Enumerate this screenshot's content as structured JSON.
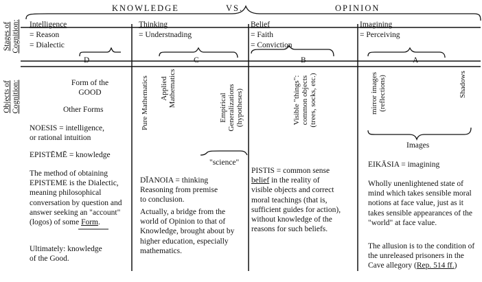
{
  "header": {
    "knowledge": "KNOWLEDGE",
    "vs": "VS.",
    "opinion": "OPINION"
  },
  "side_labels": {
    "stages_line1": "Stages of",
    "stages_line2": "Cognition:",
    "objects_line1": "Objects of",
    "objects_line2": "Cognition:"
  },
  "stages": [
    {
      "title": "Intelligence",
      "line1": "= Reason",
      "line2": "= Dialectic"
    },
    {
      "title": "Thinking",
      "line1": "= Understnading",
      "line2": ""
    },
    {
      "title": "Belief",
      "line1": "= Faith",
      "line2": "= Conviction"
    },
    {
      "title": "Imagining",
      "line1": "= Perceiving",
      "line2": ""
    }
  ],
  "columns": [
    "D",
    "C",
    "B",
    "A"
  ],
  "col_d": {
    "form_good_1": "Form of the",
    "form_good_2": "GOOD",
    "other_forms": "Other Forms",
    "noesis_1": "NOESIS = intelligence,",
    "noesis_2": "or rational intuition",
    "episteme": "EPISTĒMĒ = knowledge",
    "method": "The method of obtaining EPISTEME is the Dialectic, meaning philosophical conversation by question and answer seeking an \"account\" (logos) of some",
    "method_form": "Form",
    "ultimately_1": "Ultimately:  knowledge",
    "ultimately_2": "of the Good."
  },
  "col_c": {
    "pure_math": "Pure Mathematics",
    "applied_1": "Applied",
    "applied_2": "Mathematics",
    "empirical_1": "Empirical",
    "empirical_2": "Generalizations",
    "empirical_3": "(hypotheses)",
    "science": "\"science\"",
    "dianoia_1": "DĪANOIA = thinking",
    "dianoia_2": "Reasoning from premise",
    "dianoia_3": "to conclusion.",
    "actually": "Actually, a bridge from the world of Opinion to that of Knowledge, brought about by higher education, especially mathematics."
  },
  "col_b": {
    "visible_1": "Visible \"things\":",
    "visible_2": "common objects",
    "visible_3": "(trees, socks, etc.)",
    "pistis_1": "PISTIS = common sense",
    "pistis_belief": "belief",
    "pistis_2": " in the reality of",
    "pistis_rest": "visible objects and correct moral teachings (that is, sufficient guides for action), without knowledge of the reasons for such beliefs."
  },
  "col_a": {
    "mirror_1": "mirror images",
    "mirror_2": "(reflections)",
    "shadows": "Shadows",
    "images": "Images",
    "eikasia": "EIKĀSIA = imagining",
    "wholly": "Wholly unenlightened state of mind which takes sensible moral notions at face value, just as it takes sensible appearances of the \"world\" at face value.",
    "allusion": "The allusion is to the condition of the unreleased prisoners in the Cave allegory (",
    "rep": "Rep. 514 ff.",
    "allusion_end": ")"
  }
}
